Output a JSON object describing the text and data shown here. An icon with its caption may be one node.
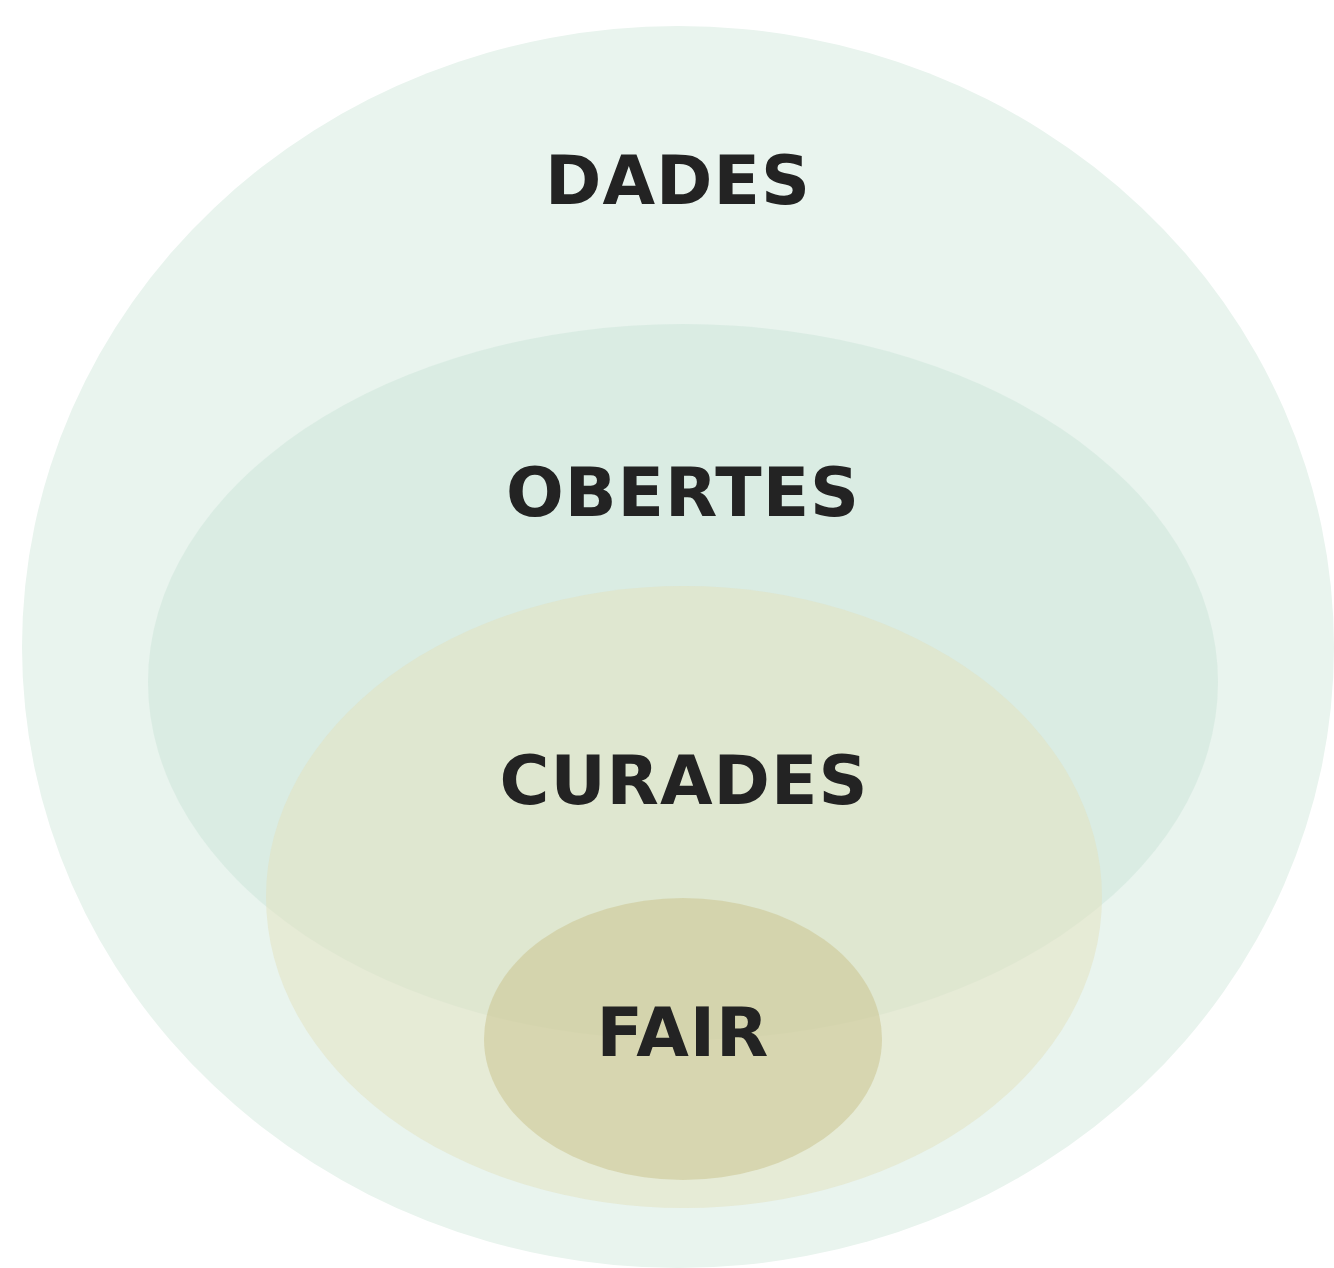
{
  "diagram": {
    "nodes": [
      {
        "text": [
          "DADES"
        ]
      },
      {
        "text": [
          "OBERTES"
        ],
        "in": 0
      },
      {
        "text": [
          "CURADES"
        ],
        "in": 0
      },
      {
        "text": [
          "FAIR"
        ],
        "in": 2
      }
    ]
  }
}
